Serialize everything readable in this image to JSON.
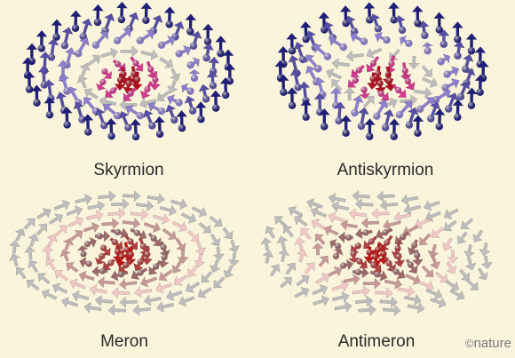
{
  "labels": {
    "skyrmion": "Skyrmion",
    "antiskyrmion": "Antiskyrmion",
    "meron": "Meron",
    "antimeron": "Antimeron"
  },
  "credit": {
    "mark": "©",
    "text": "nature"
  },
  "colors": {
    "background": "#fbf4dc",
    "up_spin": "#1f1f7a",
    "tilted_spin": "#8c7fcf",
    "in_plane_spin": "#bdbdbd",
    "core_spin": "#d23a8e",
    "down_core": "#b01020",
    "meron_light": "#f0c8c8",
    "meron_mid": "#9c6a6a",
    "meron_core": "#c01818"
  }
}
